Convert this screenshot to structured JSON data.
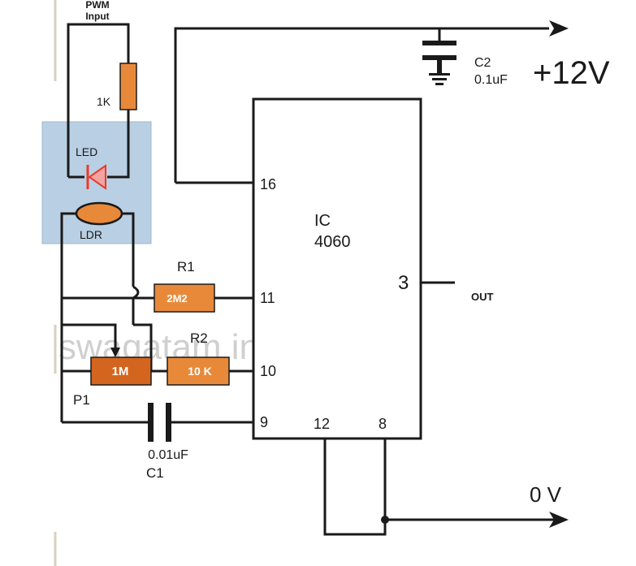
{
  "labels": {
    "pwm_input_line1": "PWM",
    "pwm_input_line2": "Input",
    "r_1k": "1K",
    "led": "LED",
    "ldr": "LDR",
    "r1_name": "R1",
    "r1_value": "2M2",
    "r2_name": "R2",
    "r2_value": "10 K",
    "p1_name": "P1",
    "p1_value": "1M",
    "c1_name": "C1",
    "c1_value": "0.01uF",
    "c2_name": "C2",
    "c2_value": "0.1uF",
    "supply": "+12V",
    "ground": "0 V",
    "ic_line1": "IC",
    "ic_line2": "4060",
    "out": "OUT",
    "watermark": "swagatam innova"
  },
  "pins": {
    "p16": "16",
    "p11": "11",
    "p10": "10",
    "p9": "9",
    "p3": "3",
    "p12": "12",
    "p8": "8"
  },
  "colors": {
    "wire": "#1a1a1a",
    "resistor": "#e8893a",
    "resistor_dark": "#d4651e",
    "optocoupler_box": "#b9cfe3",
    "led": "#e63b2e",
    "watermark": "#bcbcbc"
  }
}
